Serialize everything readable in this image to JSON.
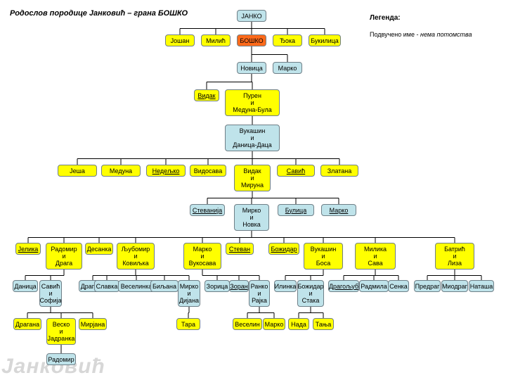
{
  "title": "Родослов породице Јанковић – грана БОШКО",
  "legend": {
    "title": "Легенда:",
    "text_prefix": "Подвучено име - ",
    "text_emphasis": "нема потомства"
  },
  "watermark": "Јанковић",
  "colors": {
    "yellow": "#ffff00",
    "blue": "#bfe3ea",
    "orange": "#ff6a1a",
    "line": "#000000"
  },
  "nodes": {
    "janko": {
      "label": "ЈАНКО"
    },
    "joshan": {
      "label": "Јошан"
    },
    "milich": {
      "label": "Милић"
    },
    "boshko": {
      "label": "БОШКО"
    },
    "djoka": {
      "label": "Ђока"
    },
    "bukilica": {
      "label": "Букилица"
    },
    "novica": {
      "label": "Новица"
    },
    "marko1": {
      "label": "Марко"
    },
    "vidak1": {
      "label": "Видак"
    },
    "puren": {
      "label": "Пурен\nи\nМедуна-Була"
    },
    "vukashin1": {
      "label": "Вукашин\nи\nДаница-Даца"
    },
    "jesha": {
      "label": "Јеша"
    },
    "meduna": {
      "label": "Медуна"
    },
    "nedeljko": {
      "label": "Недељко"
    },
    "vidosava": {
      "label": "Видосава"
    },
    "vidak2": {
      "label": "Видак\nи\nМируна"
    },
    "savich1": {
      "label": "Савић"
    },
    "zlatana": {
      "label": "Златана"
    },
    "stevanija": {
      "label": "Стеванија"
    },
    "mirko1": {
      "label": "Мирко\nи\nНовка"
    },
    "bulica": {
      "label": "Булица"
    },
    "marko2": {
      "label": "Марко"
    },
    "jelika": {
      "label": "Јелика"
    },
    "radomir1": {
      "label": "Радомир\nи\nДрага"
    },
    "desanka": {
      "label": "Десанка"
    },
    "ljubomir": {
      "label": "Љубомир\nи\nКовиљка"
    },
    "marko3": {
      "label": "Марко\nи\nВукосава"
    },
    "stevan": {
      "label": "Стеван"
    },
    "bozidar1": {
      "label": "Божидар"
    },
    "vukashin2": {
      "label": "Вукашин\nи\nБоса"
    },
    "milika": {
      "label": "Милика\nи\nСава"
    },
    "batrich": {
      "label": "Батрић\nи\nЛиза"
    },
    "danica": {
      "label": "Даница"
    },
    "savich2": {
      "label": "Савић\nи\nСофија"
    },
    "dragica": {
      "label": "Драгица"
    },
    "slavka": {
      "label": "Славка"
    },
    "veselinka": {
      "label": "Веселинка"
    },
    "biljana": {
      "label": "Биљана"
    },
    "mirko2": {
      "label": "Мирко\nи\nДијана"
    },
    "zorica": {
      "label": "Зорица"
    },
    "zoran": {
      "label": "Зоран"
    },
    "ranko": {
      "label": "Ранко\nи\nРајка"
    },
    "ilinka": {
      "label": "Илинка"
    },
    "bozidar2": {
      "label": "Божидар\nи\nСтака"
    },
    "dragoljub": {
      "label": "Драгољуб"
    },
    "radmila": {
      "label": "Радмила"
    },
    "senka": {
      "label": "Сенка"
    },
    "predrag": {
      "label": "Предраг"
    },
    "miodrag": {
      "label": "Миодраг"
    },
    "natasha": {
      "label": "Наташа"
    },
    "dragana": {
      "label": "Драгана"
    },
    "vesko": {
      "label": "Веско\nи\nЈадранка"
    },
    "mirjana": {
      "label": "Мирјана"
    },
    "tara": {
      "label": "Тара"
    },
    "veselin": {
      "label": "Веселин"
    },
    "marko4": {
      "label": "Марко"
    },
    "nada": {
      "label": "Нада"
    },
    "tanja": {
      "label": "Тања"
    },
    "radomir2": {
      "label": "Радомир"
    }
  }
}
